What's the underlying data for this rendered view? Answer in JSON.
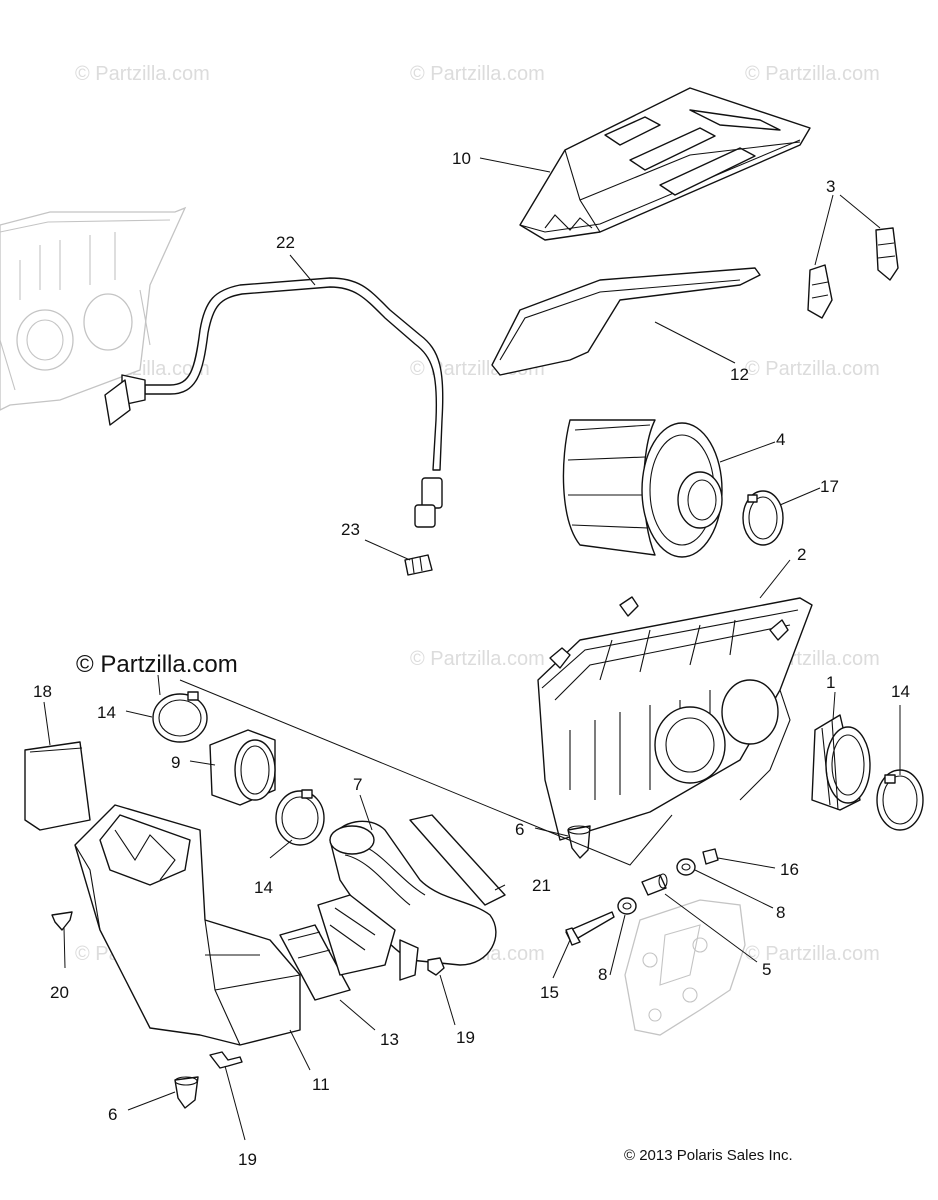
{
  "watermark": {
    "text": "© Partzilla.com",
    "prominent_text": "© Partzilla.com"
  },
  "copyright": "© 2013 Polaris Sales Inc.",
  "callouts": {
    "p1": "1",
    "p2": "2",
    "p3": "3",
    "p4": "4",
    "p5": "5",
    "p6a": "6",
    "p6b": "6",
    "p7": "7",
    "p8a": "8",
    "p8b": "8",
    "p9": "9",
    "p10": "10",
    "p11": "11",
    "p12": "12",
    "p13": "13",
    "p14a": "14",
    "p14b": "14",
    "p14c": "14",
    "p15": "15",
    "p16": "16",
    "p17": "17",
    "p18": "18",
    "p19a": "19",
    "p19b": "19",
    "p20": "20",
    "p21": "21",
    "p22": "22",
    "p23": "23"
  },
  "colors": {
    "line": "#111111",
    "ghost": "#c4c4c4",
    "watermark": "#dcdcdc",
    "background": "#ffffff"
  }
}
